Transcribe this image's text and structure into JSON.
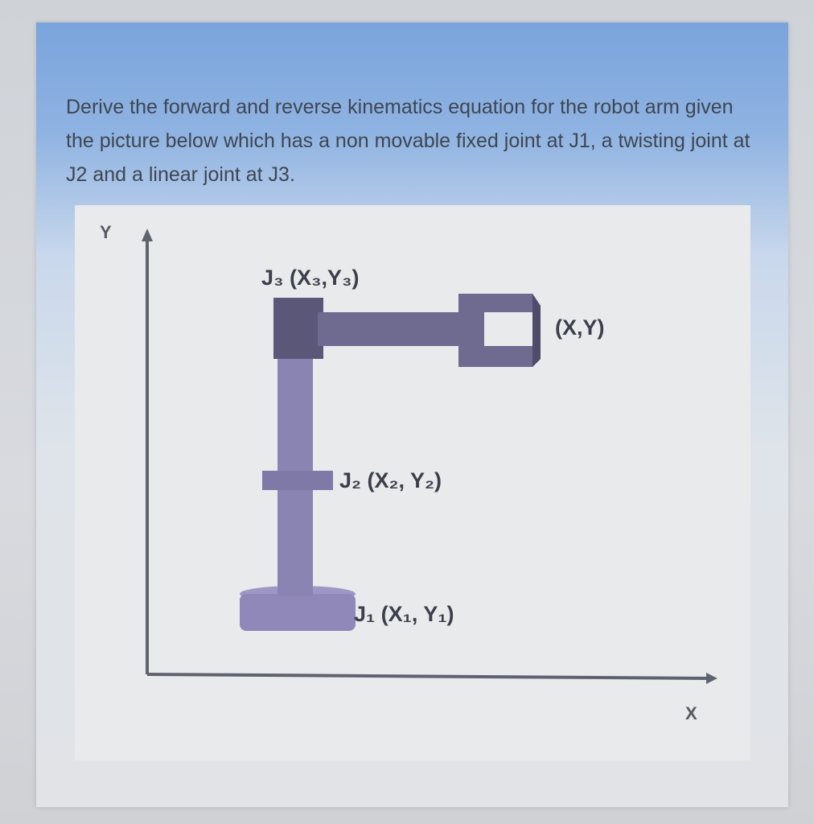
{
  "question": {
    "text": "Derive the forward and reverse kinematics equation for the robot arm given the picture below which has a non movable fixed joint at J1, a twisting joint at J2 and a linear joint at J3."
  },
  "diagram": {
    "axis_y_label": "Y",
    "axis_x_label": "X",
    "joint3_label": "J₃ (X₃,Y₃)",
    "end_effector_label": "(X,Y)",
    "joint2_label": "J₂ (X₂, Y₂)",
    "joint1_label": "J₁ (X₁, Y₁)",
    "colors": {
      "arm": "#6f6a8f",
      "arm_dark": "#5b5779",
      "base": "#8f88b8",
      "axis": "#5e6370"
    }
  }
}
